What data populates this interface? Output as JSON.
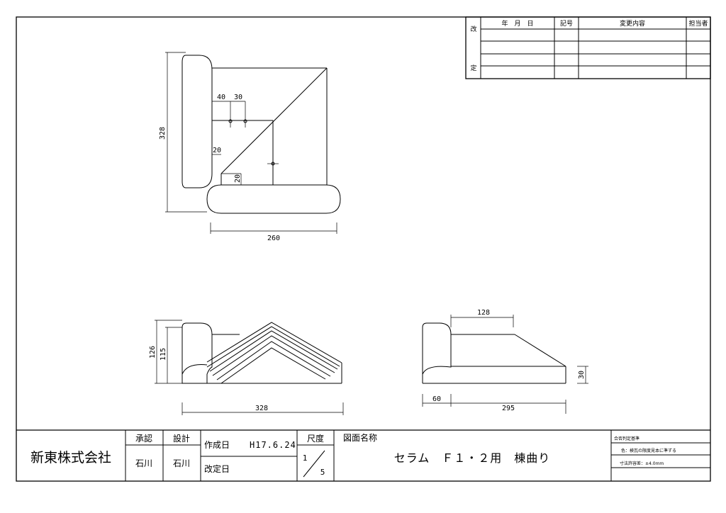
{
  "revision_table": {
    "side_top": "改",
    "side_bottom": "定",
    "headers": {
      "date": "年　月　日",
      "mark": "記号",
      "content": "変更内容",
      "person": "担当者"
    }
  },
  "dimensions": {
    "top_height": "328",
    "top_width": "260",
    "top_40": "40",
    "top_30": "30",
    "top_20_left": "20",
    "top_20_bottom": "20",
    "front_126": "126",
    "front_115": "115",
    "front_width": "328",
    "side_128": "128",
    "side_60": "60",
    "side_295": "295",
    "side_30": "30"
  },
  "title_block": {
    "company": "新東株式会社",
    "approve_label": "承認",
    "design_label": "設計",
    "approver": "石川",
    "designer": "石川",
    "created_label": "作成日",
    "created_date": "H17.6.24",
    "revised_label": "改定日",
    "scale_label": "尺度",
    "scale_num": "1",
    "scale_den": "5",
    "drawing_name_label": "図面名称",
    "drawing_name": "セラム　Ｆ１・２用　棟曲り",
    "criteria_title": "合否判定基準",
    "criteria_color": "色：検瓦の限度見本に準ずる",
    "criteria_tolerance": "寸法許容差：±4.0mm"
  }
}
